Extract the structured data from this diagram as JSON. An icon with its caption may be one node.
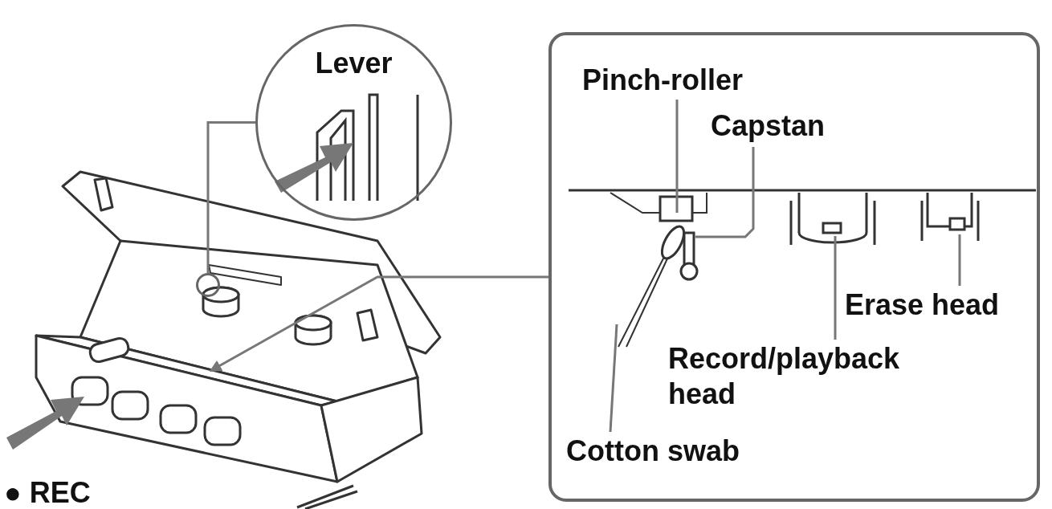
{
  "diagram": {
    "nodes": [
      {
        "text": [
          "Lever"
        ]
      },
      {
        "text": [],
        "shape": "box"
      },
      {
        "text": [
          "Pinch-roller"
        ],
        "in": 1
      },
      {
        "text": [
          "Capstan"
        ],
        "in": 1
      },
      {
        "text": [
          "Erase head"
        ],
        "in": 1
      },
      {
        "text": [
          "Record/playback head"
        ],
        "in": 1
      },
      {
        "text": [
          "Cotton swab"
        ],
        "in": 1
      },
      {
        "text": [],
        "shape": "circle"
      }
    ],
    "edges": [
      {
        "from": 0,
        "to": 7,
        "arrow": "none"
      },
      {
        "from": 1,
        "to": null,
        "arrow": "to"
      },
      {
        "from": 2,
        "to": null,
        "arrow": "none"
      },
      {
        "from": 3,
        "to": null,
        "arrow": "none"
      },
      {
        "from": 4,
        "to": null,
        "arrow": "none"
      },
      {
        "from": 5,
        "to": null,
        "arrow": "none"
      },
      {
        "from": 6,
        "to": null,
        "arrow": "none"
      }
    ],
    "labels": [
      "● REC"
    ]
  }
}
